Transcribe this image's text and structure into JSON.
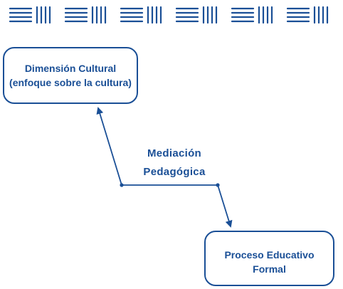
{
  "nodes": {
    "cultural": {
      "line1": "Dimensión Cultural",
      "line2": "(enfoque sobre la cultura)"
    },
    "proceso": {
      "line1": "Proceso Educativo",
      "line2": "Formal"
    }
  },
  "center_label": {
    "line1": "Mediación",
    "line2": "Pedagógica"
  },
  "colors": {
    "primary": "#1a4f96",
    "background": "#ffffff"
  }
}
